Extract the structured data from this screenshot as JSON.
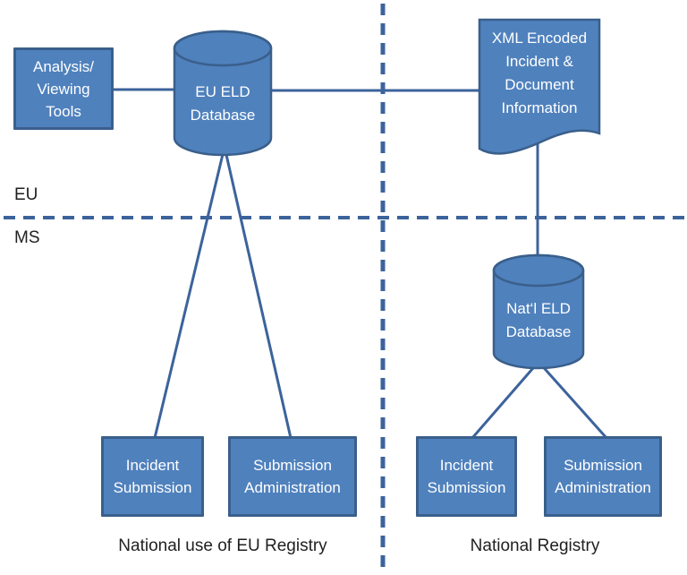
{
  "colors": {
    "shape_fill": "#4f81bd",
    "shape_border": "#3a5f8b",
    "connector_and_dividers": "#3c639b",
    "shape_text": "#ffffff",
    "label_text": "#1f1f1f",
    "background": "#ffffff"
  },
  "region_labels": {
    "top": "EU",
    "bottom": "MS"
  },
  "nodes": {
    "analysis_tools": "Analysis/\nViewing\nTools",
    "eu_eld_database": "EU ELD\nDatabase",
    "xml_document": "XML Encoded\nIncident &\nDocument\nInformation",
    "natl_eld_database": "Nat‘l ELD\nDatabase",
    "eu_incident_submission": "Incident\nSubmission",
    "eu_submission_administration": "Submission\nAdministration",
    "ms_incident_submission": "Incident\nSubmission",
    "ms_submission_administration": "Submission\nAdministration"
  },
  "captions": {
    "left": "National use of EU Registry",
    "right": "National Registry"
  }
}
